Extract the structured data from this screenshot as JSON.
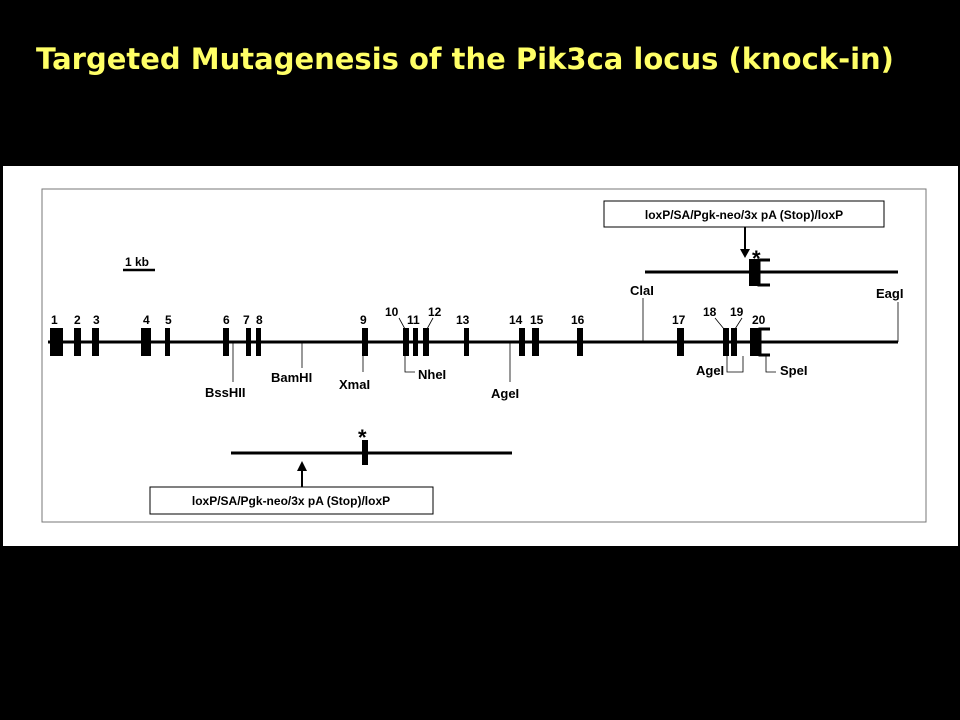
{
  "title": "Targeted Mutagenesis of the Pik3ca locus (knock-in)",
  "colors": {
    "background": "#000000",
    "title": "#FFFF66",
    "panel": "#FFFFFF",
    "ink": "#000000"
  },
  "scale_bar": "1 kb",
  "exons": [
    "1",
    "2",
    "3",
    "4",
    "5",
    "6",
    "7",
    "8",
    "9",
    "10",
    "11",
    "12",
    "13",
    "14",
    "15",
    "16",
    "17",
    "18",
    "19",
    "20"
  ],
  "restriction_sites": {
    "bsshii": "BssHII",
    "bamhi": "BamHI",
    "xmai": "XmaI",
    "nhei": "NheI",
    "agei_1": "AgeI",
    "clai": "ClaI",
    "agei_2": "AgeI",
    "spei": "SpeI",
    "eagi": "EagI"
  },
  "constructs": {
    "top_cassette": "loxP/SA/Pgk-neo/3x pA (Stop)/loxP",
    "bottom_cassette": "loxP/SA/Pgk-neo/3x pA (Stop)/loxP",
    "mutation_marker": "*"
  }
}
